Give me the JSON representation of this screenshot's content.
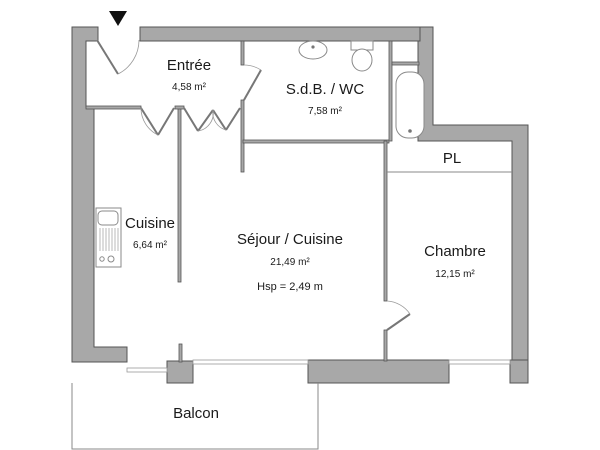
{
  "plan": {
    "entry_marker": "entry-arrow",
    "rooms": [
      {
        "id": "entree",
        "name": "Entrée",
        "area": "4,58 m²"
      },
      {
        "id": "sdb-wc",
        "name": "S.d.B. / WC",
        "area": "7,58 m²"
      },
      {
        "id": "cuisine",
        "name": "Cuisine",
        "area": "6,64 m²"
      },
      {
        "id": "sejour",
        "name": "Séjour / Cuisine",
        "area": "21,49 m²",
        "ceiling_height": "Hsp = 2,49 m"
      },
      {
        "id": "chambre",
        "name": "Chambre",
        "area": "12,15 m²"
      },
      {
        "id": "placard",
        "name": "PL"
      },
      {
        "id": "balcon",
        "name": "Balcon"
      }
    ],
    "colors": {
      "wall_fill": "#a8a8a8",
      "wall_stroke": "#555555",
      "background": "#ffffff",
      "text": "#1a1a1a"
    }
  }
}
